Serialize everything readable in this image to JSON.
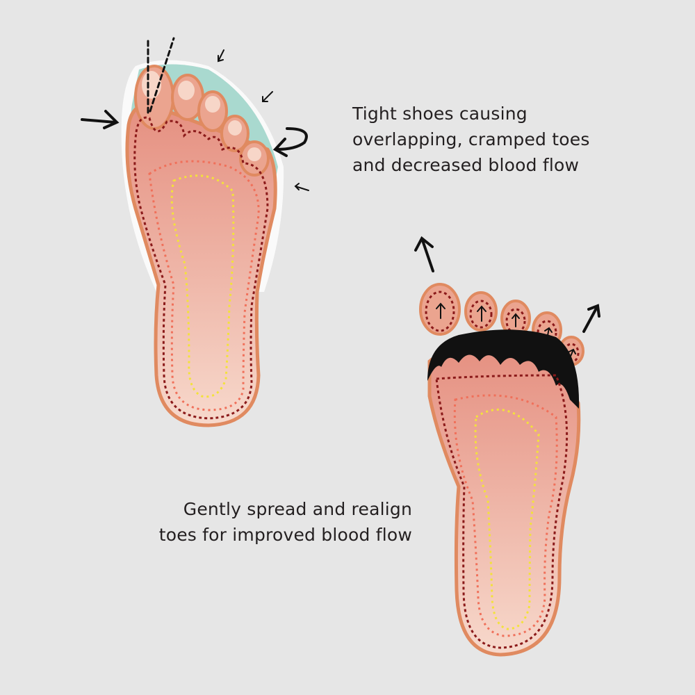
{
  "captions": {
    "problem": [
      "Tight shoes causing",
      "overlapping, cramped toes",
      "and decreased blood flow"
    ],
    "solution": [
      "Gently spread and realign",
      "toes for improved blood flow"
    ]
  },
  "colors": {
    "background": "#e6e6e6",
    "skin_outline": "#e08a60",
    "skin_fill": "#e9a08c",
    "nerve_dots": "#8b1a1a",
    "vessel_dots": "#f0705a",
    "arch_dots": "#f3e23a",
    "shoe": "#a9d9cf",
    "spacer": "#111111"
  }
}
